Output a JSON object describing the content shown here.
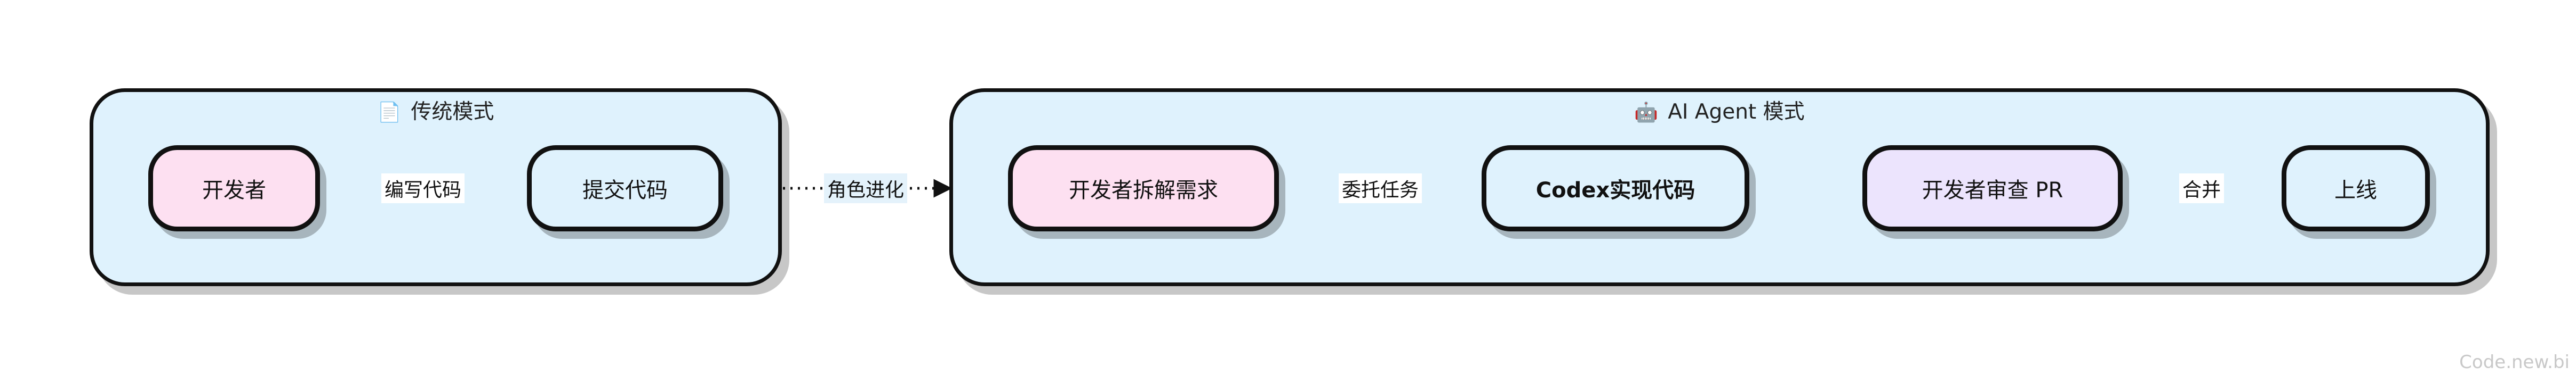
{
  "groups": {
    "traditional": {
      "icon": "📄",
      "title": "传统模式"
    },
    "agent": {
      "icon": "🤖",
      "title": "AI Agent 模式"
    }
  },
  "nodes": {
    "developer": "开发者",
    "submit_code": "提交代码",
    "dev_breakdown": "开发者拆解需求",
    "codex_impl": "Codex实现代码",
    "dev_review_pr": "开发者审查 PR",
    "go_live": "上线"
  },
  "edges": {
    "write_code": "编写代码",
    "role_evolution": "角色进化",
    "delegate_task": "委托任务",
    "merge": "合并"
  },
  "watermark": "Code.new.bi"
}
